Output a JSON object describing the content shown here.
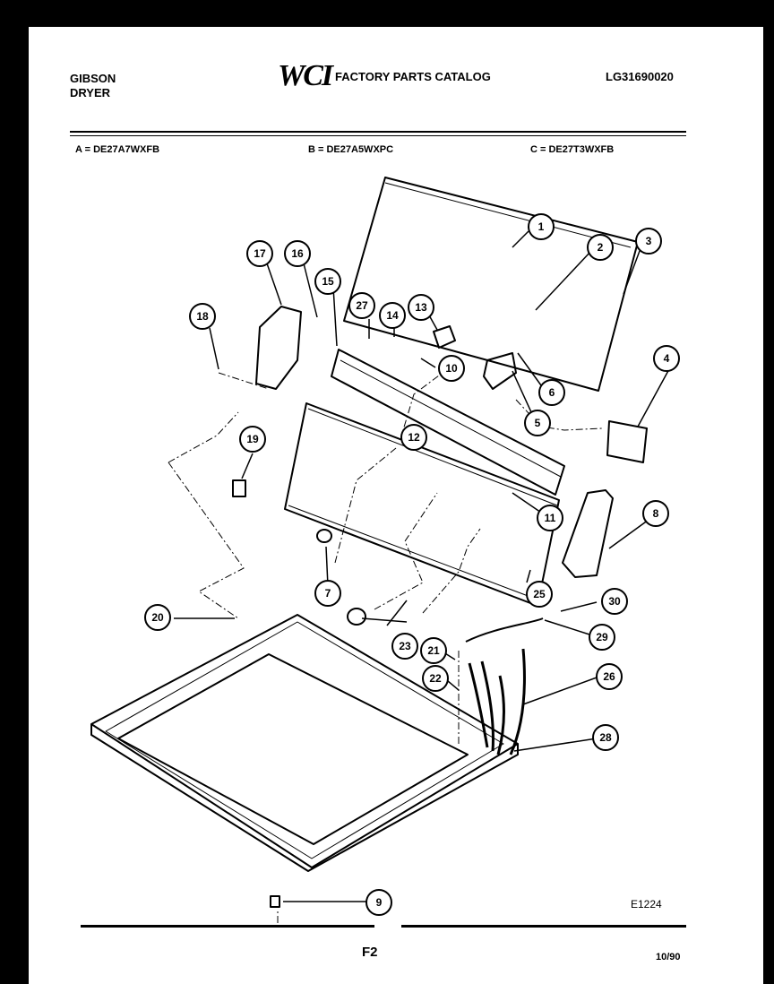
{
  "header": {
    "brand_line1": "GIBSON",
    "brand_line2": "DRYER",
    "logo_text": "WCI",
    "catalog_title": "FACTORY PARTS CATALOG",
    "catalog_code": "LG31690020"
  },
  "models": [
    {
      "key": "A",
      "text": "A = DE27A7WXFB"
    },
    {
      "key": "B",
      "text": "B = DE27A5WXPC"
    },
    {
      "key": "C",
      "text": "C = DE27T3WXFB"
    }
  ],
  "callouts": [
    "1",
    "2",
    "3",
    "4",
    "5",
    "6",
    "7",
    "8",
    "9",
    "10",
    "11",
    "12",
    "13",
    "14",
    "15",
    "16",
    "17",
    "18",
    "19",
    "20",
    "21",
    "22",
    "23",
    "25",
    "26",
    "27",
    "28",
    "29",
    "30"
  ],
  "footer": {
    "figure": "F2",
    "drawing_code": "E1224",
    "date": "10/90"
  }
}
